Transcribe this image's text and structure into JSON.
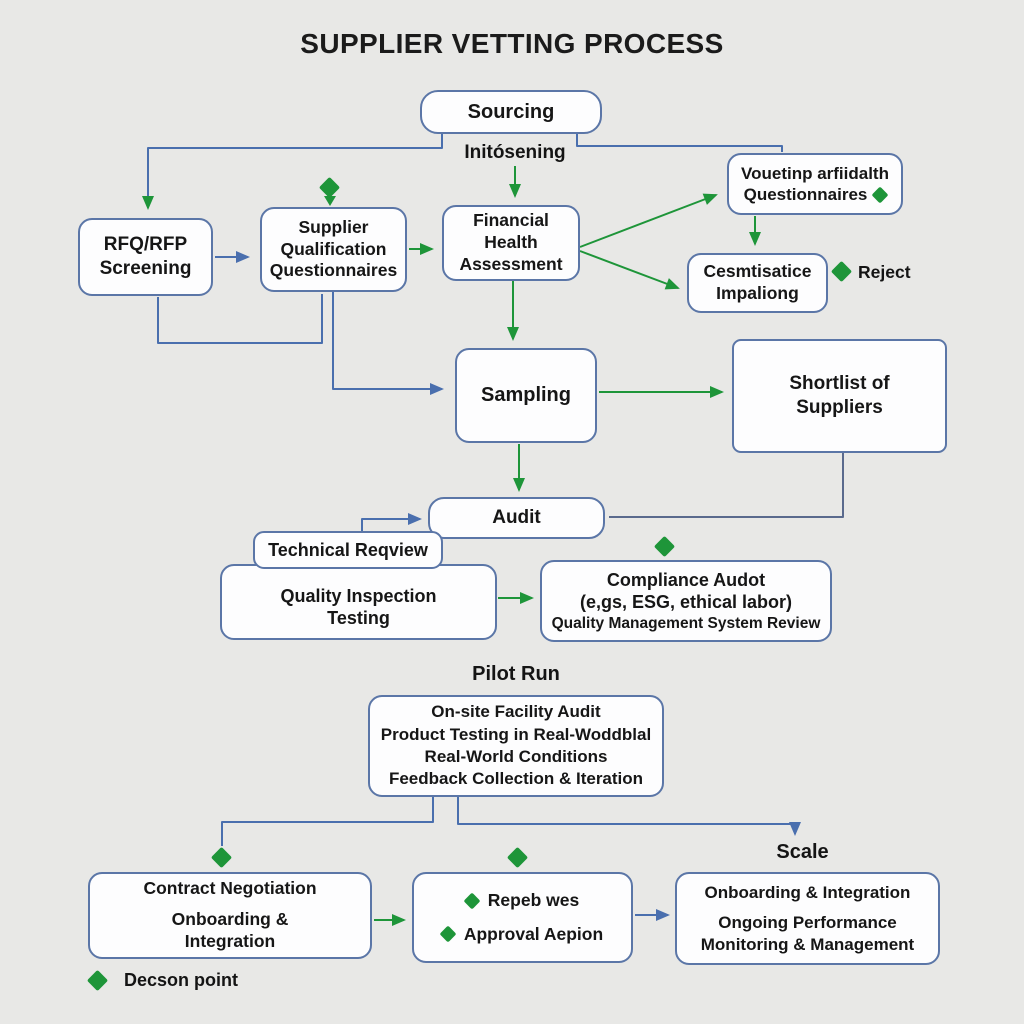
{
  "title": "SUPPLIER VETTING PROCESS",
  "labels": {
    "initial_screening": "Initósening",
    "reject": "Reject",
    "pilot_run": "Pilot Run",
    "scale": "Scale"
  },
  "legend": {
    "decision_label": "Decson point"
  },
  "nodes": {
    "sourcing": {
      "title": "Sourcing"
    },
    "rfq_screening": {
      "line1": "RFQ/RFP",
      "line2": "Screening"
    },
    "supplier_qualification": {
      "line1": "Supplier",
      "line2": "Qualification",
      "line3": "Questionnaires"
    },
    "financial_health": {
      "line1": "Financial",
      "line2": "Health",
      "line3": "Assessment"
    },
    "vendor_questionnaires": {
      "line1": "Vouetinp arfiidalth",
      "line2": "Questionnaires"
    },
    "certificate_implications": {
      "line1": "Cesmtisatice",
      "line2": "Impaliong"
    },
    "sampling": {
      "title": "Sampling"
    },
    "shortlist": {
      "line1": "Shortlist of",
      "line2": "Suppliers"
    },
    "audit": {
      "title": "Audit"
    },
    "technical_review": {
      "title": "Technical Reqview"
    },
    "quality_inspection": {
      "line1": "Quality Inspection",
      "line2": "Testing"
    },
    "compliance_audit": {
      "line1": "Compliance Audot",
      "line2": "(e,gs, ESG, ethical labor)",
      "line3": "Quality Management System Review"
    },
    "pilot": {
      "line1": "On-site Facility Audit",
      "line2": "Product Testing in Real-Woddblal",
      "line3": "Real-World Conditions",
      "line4": "Feedback Collection & Iteration"
    },
    "contract_negotiation": {
      "line1": "Contract Negotiation",
      "line2": "Onboarding &",
      "line3": "Integration"
    },
    "review_approval": {
      "item1": "Repeb wes",
      "item2": "Approval Aepion"
    },
    "onboarding_scale": {
      "line1": "Onboarding & Integration",
      "line2": "Ongoing Performance",
      "line3": "Monitoring & Management"
    }
  },
  "colors": {
    "green": "#1e9539",
    "blue": "#4a6fae",
    "box_border": "#5b76a7",
    "background": "#e8e8e6"
  }
}
